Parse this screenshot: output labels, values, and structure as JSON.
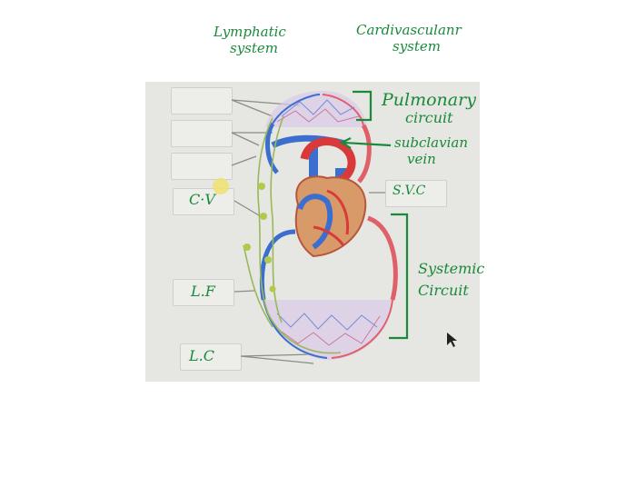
{
  "headings": {
    "lymphatic": [
      "Lymphatic",
      "system"
    ],
    "cardiovascular": [
      "Cardivasculanr",
      "system"
    ]
  },
  "annotations": {
    "pulmonary": [
      "Pulmonary",
      "circuit"
    ],
    "subclavian": [
      "subclavian",
      "vein"
    ],
    "systemic": [
      "Systemic",
      "Circuit"
    ]
  },
  "labels": {
    "box4": "C·V",
    "svc": "S.V.C",
    "box5": "L.F",
    "box6": "L.C"
  },
  "colors": {
    "ink": "#1a8a3a",
    "vein": "#3a6fd0",
    "artery": "#e0606a",
    "lymph": "#9ab85a"
  }
}
